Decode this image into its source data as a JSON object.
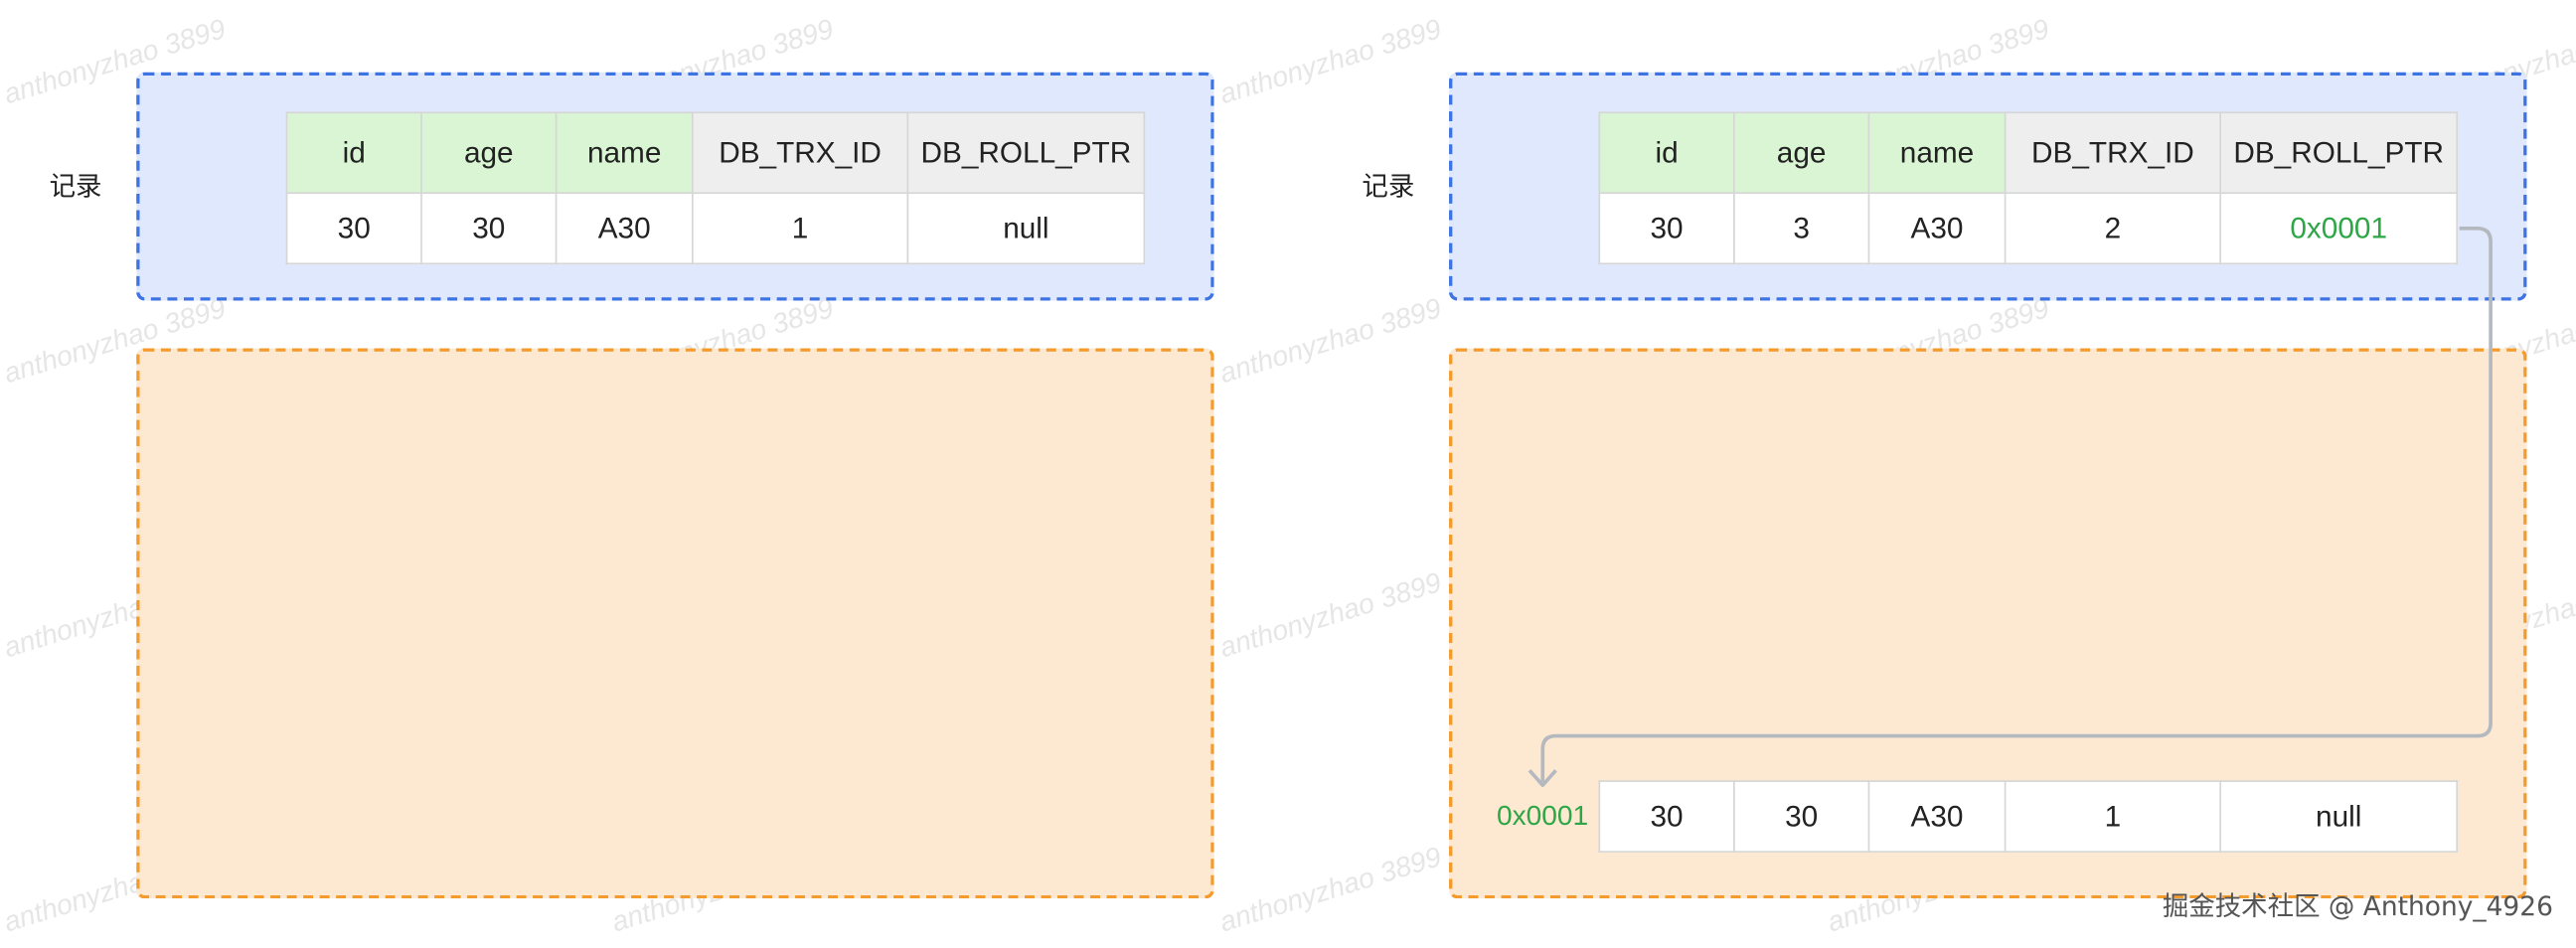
{
  "columns": [
    "id",
    "age",
    "name",
    "DB_TRX_ID",
    "DB_ROLL_PTR"
  ],
  "left": {
    "record_label": "记录",
    "row": [
      "30",
      "30",
      "A30",
      "1",
      "null"
    ]
  },
  "right": {
    "record_label": "记录",
    "row": [
      "30",
      "3",
      "A30",
      "2",
      "0x0001"
    ],
    "undo_address": "0x0001",
    "undo_row": [
      "30",
      "30",
      "A30",
      "1",
      "null"
    ]
  },
  "watermark": "anthonyzhao 3899",
  "footer": "掘金技术社区 @ Anthony_4926",
  "colors": {
    "record_border": "#3d73e3",
    "record_fill": "#dfe8fc",
    "undo_border": "#f39b2d",
    "undo_fill": "#fde8d2",
    "header_green": "#d9f5d3",
    "header_gray": "#eeeeee",
    "pointer_text": "#2da646",
    "arrow": "#b4b9c0"
  }
}
